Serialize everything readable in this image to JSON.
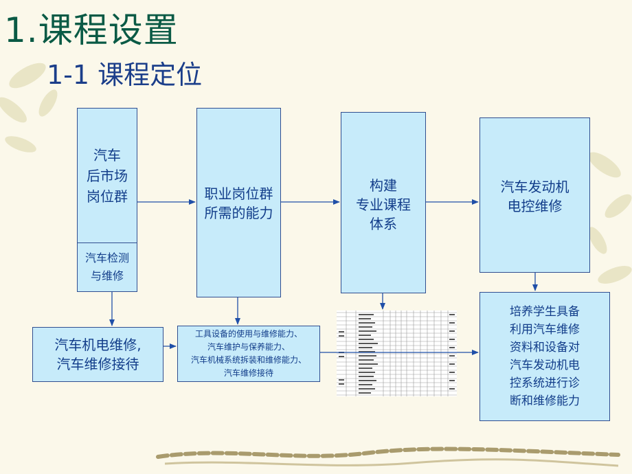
{
  "title": "1.课程设置",
  "subtitle": "1-1 课程定位",
  "boxes": {
    "b1_top": "汽车\n后市场\n岗位群",
    "b1_bottom": "汽车检测\n与维修",
    "b2": "职业岗位群\n所需的能力",
    "b3": "构建\n专业课程\n体系",
    "b4": "汽车发动机\n电控维修",
    "b5": "汽车机电维修,\n汽车维修接待",
    "b6": "工具设备的使用与维修能力、\n汽车维护与保养能力、\n汽车机械系统拆装和维修能力、\n汽车维修接待",
    "b7": "培养学生具备\n利用汽车维修\n资料和设备对\n汽车发动机电\n控系统进行诊\n断和维修能力"
  },
  "colors": {
    "box_fill": "#c7ebfa",
    "box_border": "#2f4d8f",
    "title": "#0a5a45",
    "subtitle": "#1b3e8a",
    "arrow": "#1f4fa8"
  }
}
